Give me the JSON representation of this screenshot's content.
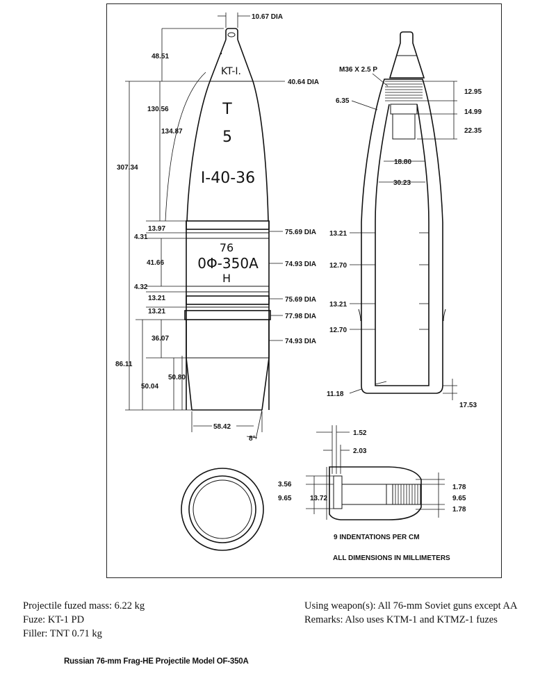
{
  "diagram": {
    "top_dia": "10.67 DIA",
    "nose_height": "48.51",
    "ogive_length": "130.56",
    "ogive_radius": "134.87",
    "total_length": "307.34",
    "fuze_base_dia": "40.64 DIA",
    "fuze_marking": "KT-I.",
    "body_mark_1": "T",
    "body_mark_2": "5",
    "body_mark_3": "I-40-36",
    "band_mark_1": "76",
    "band_mark_2": "0Φ-350A",
    "band_mark_3": "H",
    "left_dims": [
      "13.97",
      "4.31",
      "41.66",
      "4.32",
      "13.21",
      "13.21",
      "36.07",
      "86.11",
      "50.04",
      "50.80"
    ],
    "right_dias": [
      "75.69 DIA",
      "74.93 DIA",
      "75.69 DIA",
      "77.98 DIA",
      "74.93 DIA"
    ],
    "base_dia": "58.42",
    "base_angle": "8°",
    "thread": "M36 X 2.5 P",
    "fuze_well_wall": "6.35",
    "thread_depth": "12.95",
    "well_step": "14.99",
    "well_depth": "22.35",
    "well_dia": "18.80",
    "well_outer_dia": "30.23",
    "wall_thicknesses": [
      "13.21",
      "12.70",
      "13.21",
      "12.70"
    ],
    "base_wall": "11.18",
    "base_thickness": "17.53",
    "band_dims_top": [
      "1.52",
      "2.03"
    ],
    "band_dims_left": [
      "3.56",
      "9.65",
      "13.72"
    ],
    "band_dims_right": [
      "1.78",
      "9.65",
      "1.78"
    ],
    "indentations_note": "9 INDENTATIONS PER CM",
    "units_note": "ALL DIMENSIONS IN MILLIMETERS"
  },
  "specs_left": [
    "Projectile fuzed mass:  6.22 kg",
    "Fuze:  KT-1 PD",
    "Filler:  TNT 0.71 kg"
  ],
  "specs_right": [
    "Using weapon(s):  All 76-mm Soviet guns except AA",
    "Remarks:  Also uses KTM-1 and KTMZ-1 fuzes"
  ],
  "caption": "Russian 76-mm Frag-HE Projectile Model OF-350A"
}
